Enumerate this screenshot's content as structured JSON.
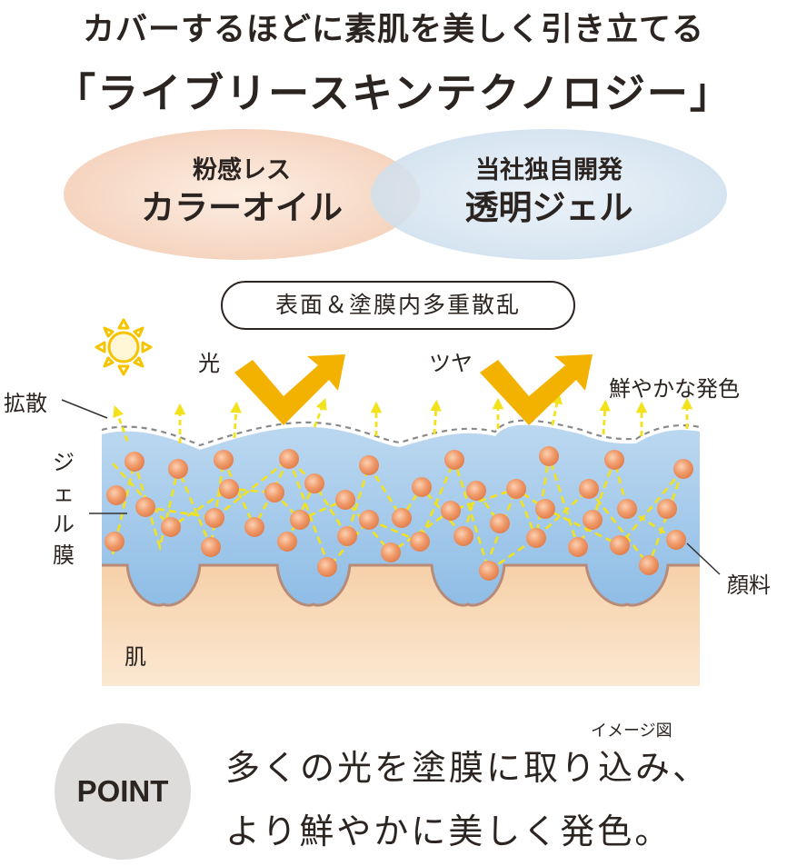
{
  "headline": {
    "line1": "カバーするほどに素肌を美しく引き立てる",
    "line2": "「ライブリースキンテクノロジー」"
  },
  "features": [
    {
      "small": "粉感レス",
      "large": "カラーオイル",
      "color": "#f6dccb"
    },
    {
      "small": "当社独自開発",
      "large": "透明ジェル",
      "color": "#d6e5f1"
    }
  ],
  "diagram": {
    "pill_label": "表面＆塗膜内多重散乱",
    "labels": {
      "light": "光",
      "gloss": "ツヤ",
      "vivid": "鮮やかな発色",
      "diffusion": "拡散",
      "gel_film": "ジェル膜",
      "pigment": "顔料",
      "skin": "肌"
    },
    "caption": "イメージ図",
    "colors": {
      "gel": "#a9cdec",
      "skin": "#f8d8b4",
      "pigment": "#f09a6a",
      "arrow_big": "#f3b200",
      "arrow_small": "#f2e21c",
      "sun": "#f4c400"
    }
  },
  "point": {
    "badge": "POINT",
    "line1": "多くの光を塗膜に取り込み、",
    "line2": "より鮮やかに美しく発色。"
  }
}
